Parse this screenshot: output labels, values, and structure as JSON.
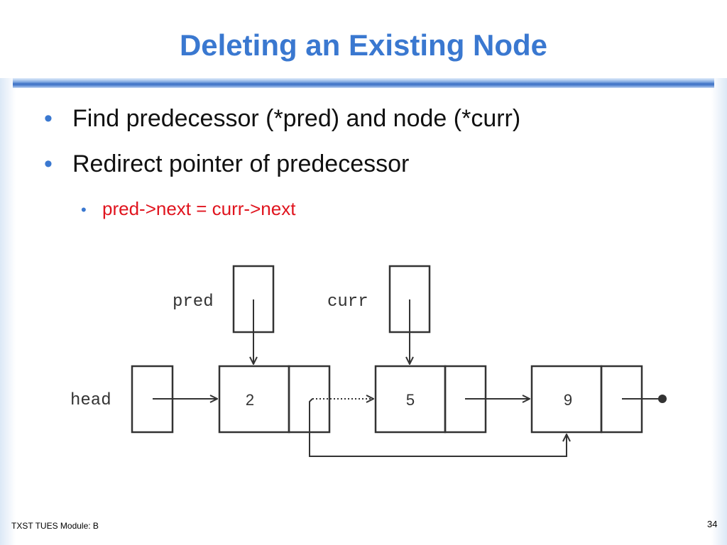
{
  "slide": {
    "title": "Deleting an Existing Node",
    "bullets": [
      "Find predecessor (*pred) and node (*curr)",
      "Redirect pointer of predecessor"
    ],
    "sub_bullets": [
      "pred->next = curr->next"
    ],
    "footer": "TXST TUES Module: B",
    "page_number": "34"
  },
  "diagram": {
    "labels": {
      "pred": "pred",
      "curr": "curr",
      "head": "head"
    },
    "nodes": [
      "2",
      "5",
      "9"
    ]
  },
  "colors": {
    "title": "#3a78d0",
    "accent_text": "#e0141e",
    "stroke": "#333333"
  }
}
